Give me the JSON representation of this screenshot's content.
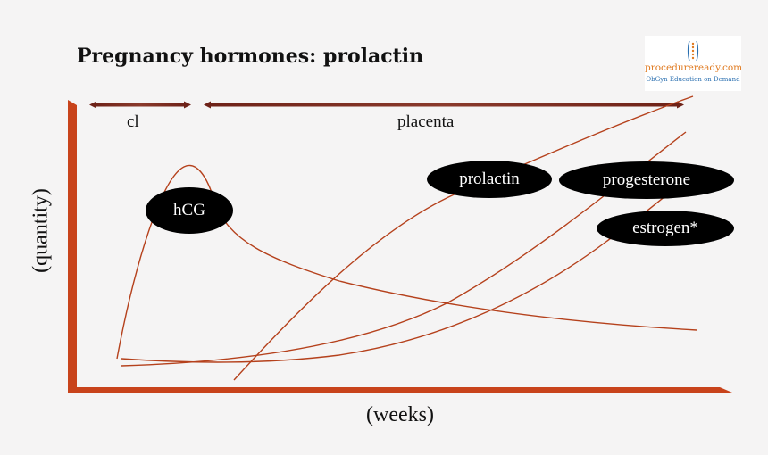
{
  "title": "Pregnancy hormones: prolactin",
  "logo": {
    "name": "procedureready.com",
    "tagline": "ObGyn Education on Demand"
  },
  "phases": {
    "corpus_luteum": "cl",
    "placenta": "placenta"
  },
  "axes": {
    "x_label": "(weeks)",
    "y_label": "(quantity)"
  },
  "hormones": {
    "hcg": "hCG",
    "prolactin": "prolactin",
    "progesterone": "progesterone",
    "estrogen": "estrogen*"
  },
  "colors": {
    "axis": "#c8431b",
    "curve": "#b5411c",
    "phase_arrow": "#7a2a20",
    "label_bg": "#000000",
    "label_text": "#ffffff",
    "logo_accent": "#e07b22",
    "logo_tag": "#2a6fb0"
  }
}
